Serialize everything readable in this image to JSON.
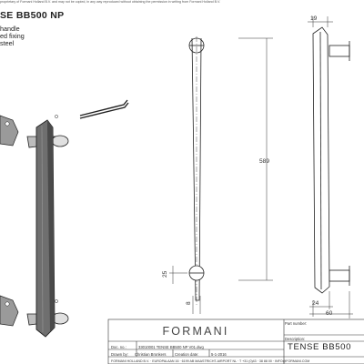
{
  "notice": "proprietary of Formani Holland B.V. and may not be copied, in any way reproduced without obtaining the permission in writing from Formani Holland B.V.",
  "title": "SE BB500 NP",
  "spec_lines": [
    "handle",
    "ed fixing",
    "steel"
  ],
  "dimensions": {
    "top_width": "19",
    "length": "589",
    "end_offset": "25",
    "bar_thickness": "8",
    "base_width": "24",
    "projection": "60"
  },
  "title_block": {
    "brand": "FORMANI",
    "doc_label": "Doc. no.:",
    "doc_value": "33010001 TENSE BB500 NP V01.dwg",
    "drawn_label": "Drawn by:",
    "drawn_value": "Christian Bronkers",
    "creation_label": "Creation date:",
    "creation_value": "5-1-2016",
    "part_label": "Part number:",
    "desc_label": "Description:",
    "desc_value": "TENSE BB500",
    "footer": "FORMANI HOLLAND B.V. · EUROPALAAN 16 · 6199 AB MAASTRICHT-AIRPORT NL · T +31 (0)43 · 38 88 00 · INFO@FORMANI.COM"
  }
}
